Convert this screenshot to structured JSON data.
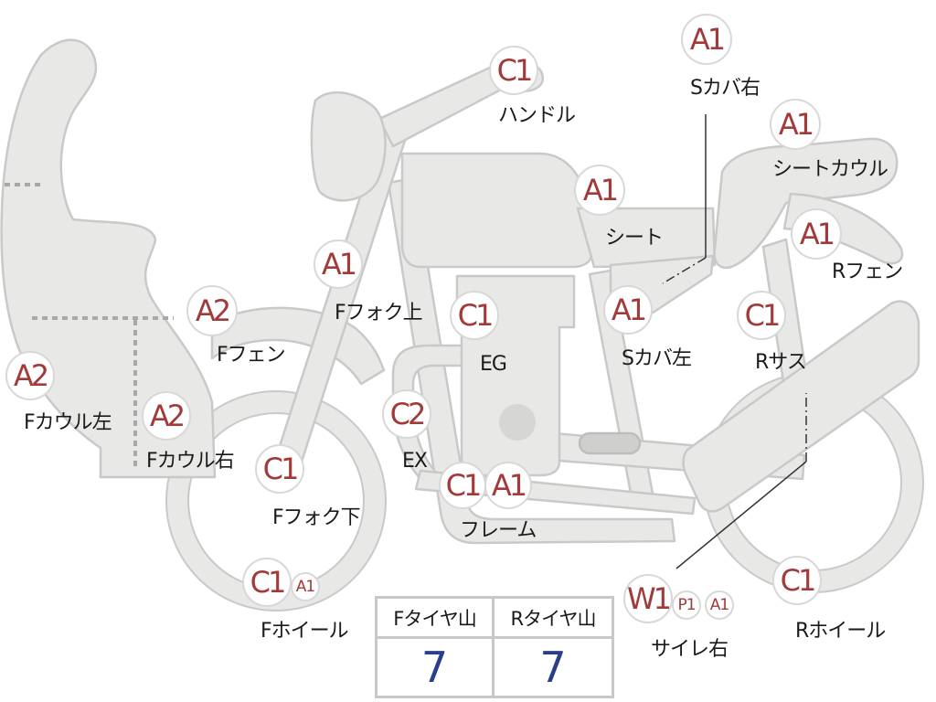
{
  "colors": {
    "part_fill": "#e8e8e6",
    "part_stroke": "#c9c9c9",
    "badge_text": "#a33a3a",
    "value_text": "#2a3f8a",
    "dashed": "#a8a8a8"
  },
  "parts": [
    {
      "id": "handle",
      "grade": "C1",
      "label": "ハンドル"
    },
    {
      "id": "s-cover-right",
      "grade": "A1",
      "label": "Sカバ右"
    },
    {
      "id": "seat-cowl",
      "grade": "A1",
      "label": "シートカウル"
    },
    {
      "id": "seat",
      "grade": "A1",
      "label": "シート"
    },
    {
      "id": "r-fender",
      "grade": "A1",
      "label": "Rフェン"
    },
    {
      "id": "f-fork-upper",
      "grade": "A1",
      "label": "Fフォク上"
    },
    {
      "id": "engine",
      "grade": "C1",
      "label": "EG"
    },
    {
      "id": "s-cover-left",
      "grade": "A1",
      "label": "Sカバ左"
    },
    {
      "id": "r-suspension",
      "grade": "C1",
      "label": "Rサス"
    },
    {
      "id": "f-fender",
      "grade": "A2",
      "label": "Fフェン"
    },
    {
      "id": "f-cowl-left",
      "grade": "A2",
      "label": "Fカウル左"
    },
    {
      "id": "f-cowl-right",
      "grade": "A2",
      "label": "Fカウル右"
    },
    {
      "id": "exhaust",
      "grade": "C2",
      "label": "EX"
    },
    {
      "id": "f-fork-lower",
      "grade": "C1",
      "label": "Fフォク下"
    },
    {
      "id": "frame",
      "grades": [
        "C1",
        "A1"
      ],
      "label": "フレーム"
    },
    {
      "id": "f-wheel",
      "grades": [
        "C1",
        "A1"
      ],
      "label": "Fホイール"
    },
    {
      "id": "silencer-right",
      "grades": [
        "W1",
        "P1",
        "A1"
      ],
      "label": "サイレ右"
    },
    {
      "id": "r-wheel",
      "grade": "C1",
      "label": "Rホイール"
    }
  ],
  "tire_table": {
    "headers": [
      "Fタイヤ山",
      "Rタイヤ山"
    ],
    "values": [
      "7",
      "7"
    ]
  }
}
